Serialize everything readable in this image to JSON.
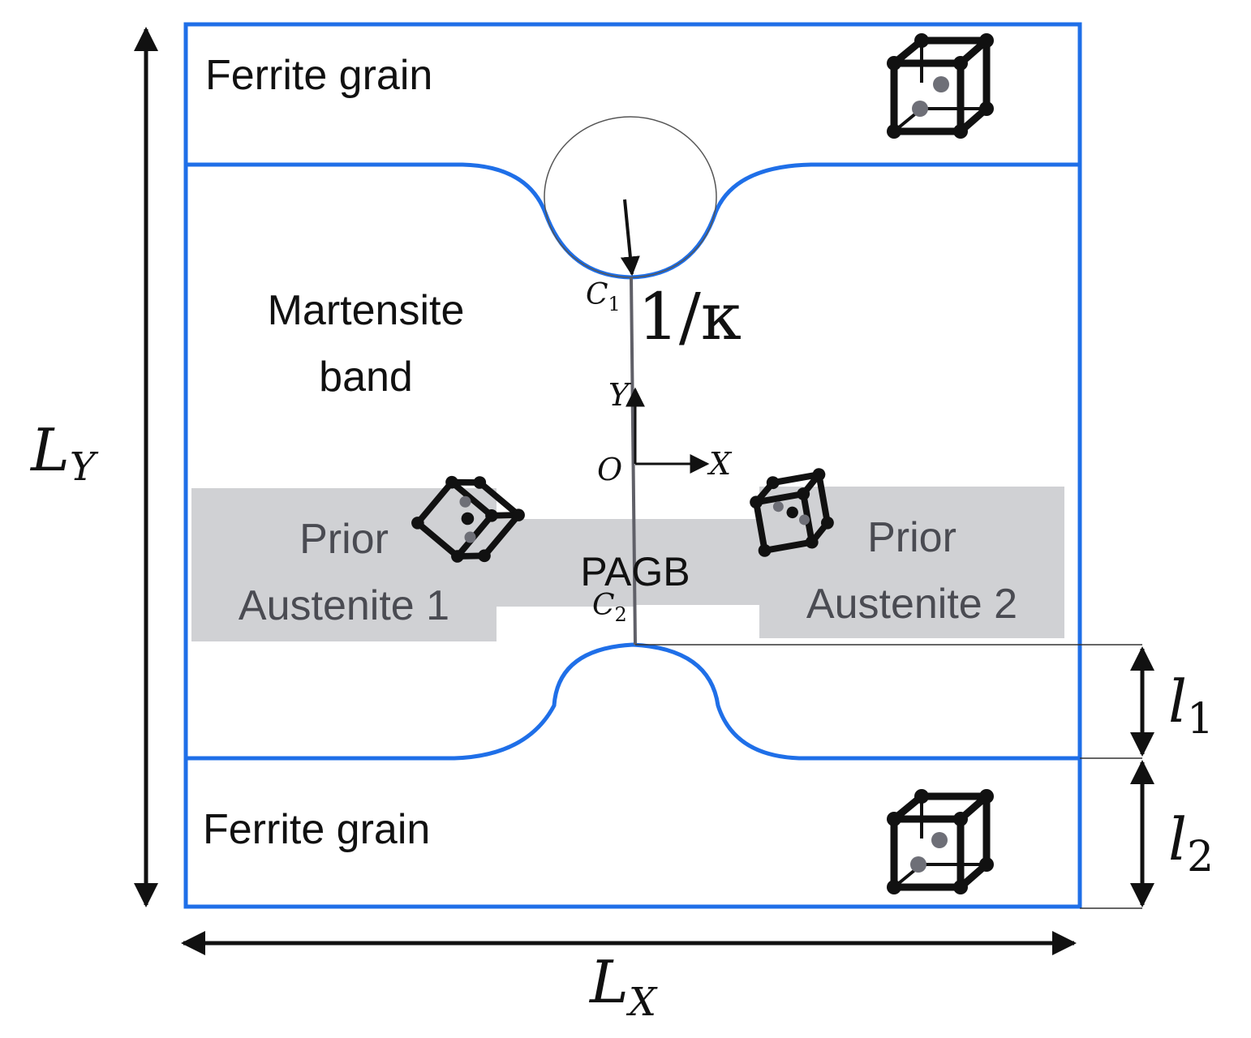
{
  "labels": {
    "ferrite_top": "Ferrite grain",
    "ferrite_bottom": "Ferrite grain",
    "martensite_line1": "Martensite",
    "martensite_line2": "band",
    "prior_austenite_1_line1": "Prior",
    "prior_austenite_1_line2": "Austenite 1",
    "prior_austenite_2_line1": "Prior",
    "prior_austenite_2_line2": "Austenite 2",
    "pagb": "PAGB"
  },
  "math": {
    "c1": {
      "base": "C",
      "sub": "1"
    },
    "c2": {
      "base": "C",
      "sub": "2"
    },
    "kappa": "1/κ",
    "axis_y": "Y",
    "axis_x": "X",
    "origin": "O",
    "lx": {
      "base": "L",
      "sub": "X"
    },
    "ly": {
      "base": "L",
      "sub": "Y"
    },
    "l1": {
      "base": "l",
      "sub": "1"
    },
    "l2": {
      "base": "l",
      "sub": "2"
    }
  },
  "colors": {
    "boundary": "#1f6fe8",
    "austenite_fill": "#d0d1d4",
    "austenite_text": "#4a4b52",
    "ink": "#111111",
    "atom_gray": "#6e6f77"
  },
  "icons": [
    "cubic-lattice-icon"
  ]
}
